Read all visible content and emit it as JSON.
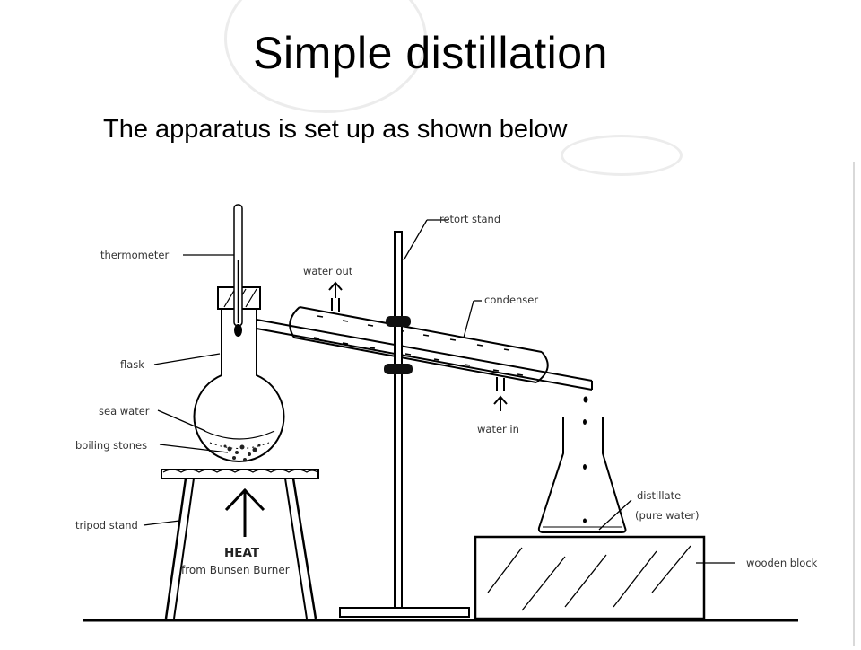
{
  "slide": {
    "title": "Simple distillation",
    "subtitle": "The apparatus is set up as shown below"
  },
  "diagram": {
    "labels": {
      "thermometer": "thermometer",
      "flask": "flask",
      "sea_water": "sea water",
      "boiling_stones": "boiling stones",
      "tripod_stand": "tripod stand",
      "heat": "HEAT",
      "heat_source": "from Bunsen Burner",
      "retort_stand": "retort stand",
      "water_out": "water out",
      "condenser": "condenser",
      "water_in": "water in",
      "distillate": "distillate",
      "pure_water": "(pure water)",
      "wooden_block": "wooden block"
    }
  }
}
